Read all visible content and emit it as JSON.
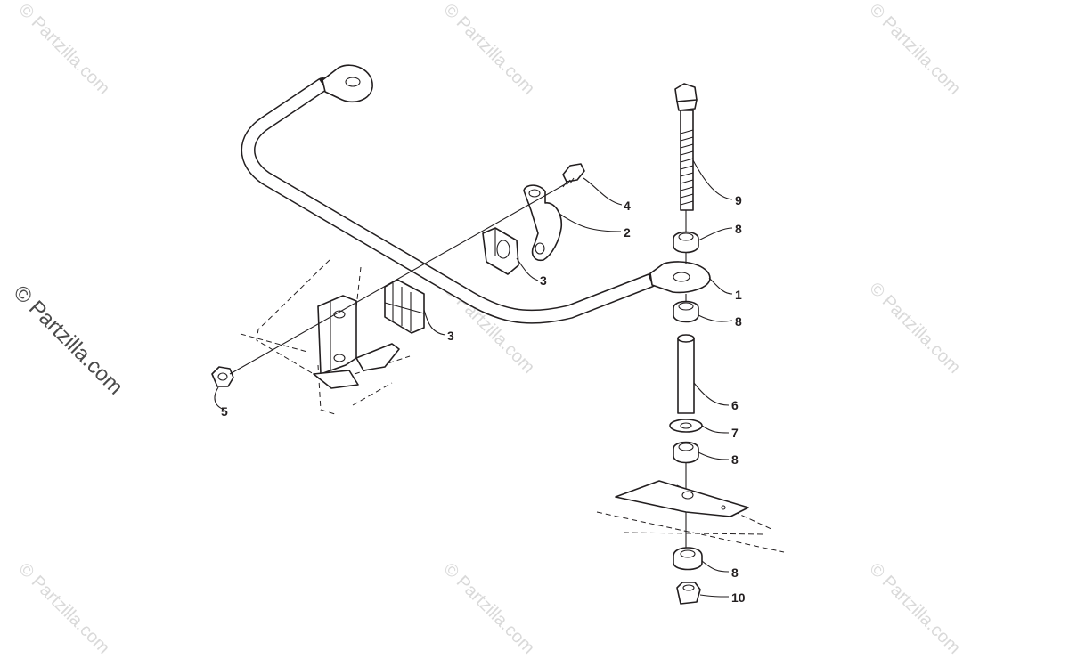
{
  "watermark": {
    "text": "© Partzilla.com",
    "side_text": "© Partzilla.com"
  },
  "callouts": [
    {
      "id": "c1",
      "label": "1"
    },
    {
      "id": "c2",
      "label": "2"
    },
    {
      "id": "c3a",
      "label": "3"
    },
    {
      "id": "c3b",
      "label": "3"
    },
    {
      "id": "c4",
      "label": "4"
    },
    {
      "id": "c5",
      "label": "5"
    },
    {
      "id": "c6",
      "label": "6"
    },
    {
      "id": "c7",
      "label": "7"
    },
    {
      "id": "c8a",
      "label": "8"
    },
    {
      "id": "c8b",
      "label": "8"
    },
    {
      "id": "c8c",
      "label": "8"
    },
    {
      "id": "c8d",
      "label": "8"
    },
    {
      "id": "c9",
      "label": "9"
    },
    {
      "id": "c10",
      "label": "10"
    }
  ]
}
